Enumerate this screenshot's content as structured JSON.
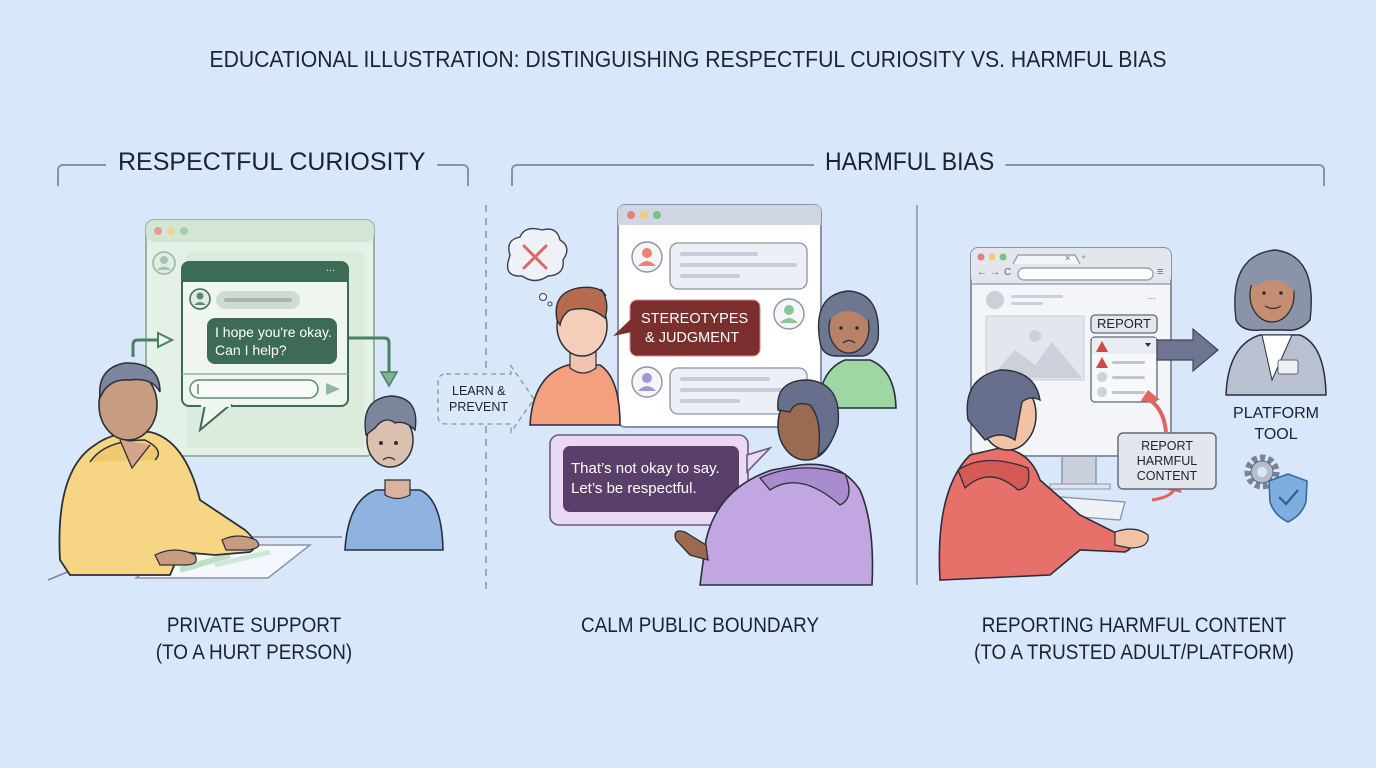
{
  "title": "EDUCATIONAL ILLUSTRATION: DISTINGUISHING RESPECTFUL CURIOSITY VS. HARMFUL BIAS",
  "sections": {
    "respectful": {
      "label": "RESPECTFUL CURIOSITY"
    },
    "harmful": {
      "label": "HARMFUL BIAS"
    }
  },
  "panels": {
    "private_support": {
      "chat_message_line1": "I hope you're okay.",
      "chat_message_line2": "Can I help?",
      "menu_dots": "...",
      "caption_line1": "PRIVATE SUPPORT",
      "caption_line2": "(TO A HURT PERSON)"
    },
    "learn_prevent": {
      "line1": "LEARN &",
      "line2": "PREVENT"
    },
    "public_boundary": {
      "stereotype_line1": "STEREOTYPES",
      "stereotype_line2": "& JUDGMENT",
      "response_line1": "That’s not okay to say.",
      "response_line2": "Let’s be respectful.",
      "caption": "CALM PUBLIC BOUNDARY"
    },
    "reporting": {
      "report_button": "REPORT",
      "report_harmful_line1": "REPORT",
      "report_harmful_line2": "HARMFUL",
      "report_harmful_line3": "CONTENT",
      "platform_line1": "PLATFORM",
      "platform_line2": "TOOL",
      "tab_close": "×",
      "tab_new": "+",
      "nav_back": "←",
      "nav_forward": "→",
      "nav_reload": "C",
      "menu": "≡",
      "post_menu": "...",
      "caption_line1": "REPORTING HARMFUL CONTENT",
      "caption_line2": "(TO A TRUSTED ADULT/PLATFORM)"
    }
  },
  "colors": {
    "background": "#d8e8fa",
    "green_dark": "#3d6b55",
    "maroon": "#7a2e2e",
    "purple_dark": "#5b3f6b",
    "warning_red": "#d64545",
    "arrow_red": "#e0655f",
    "arrow_gray": "#6f7590"
  }
}
